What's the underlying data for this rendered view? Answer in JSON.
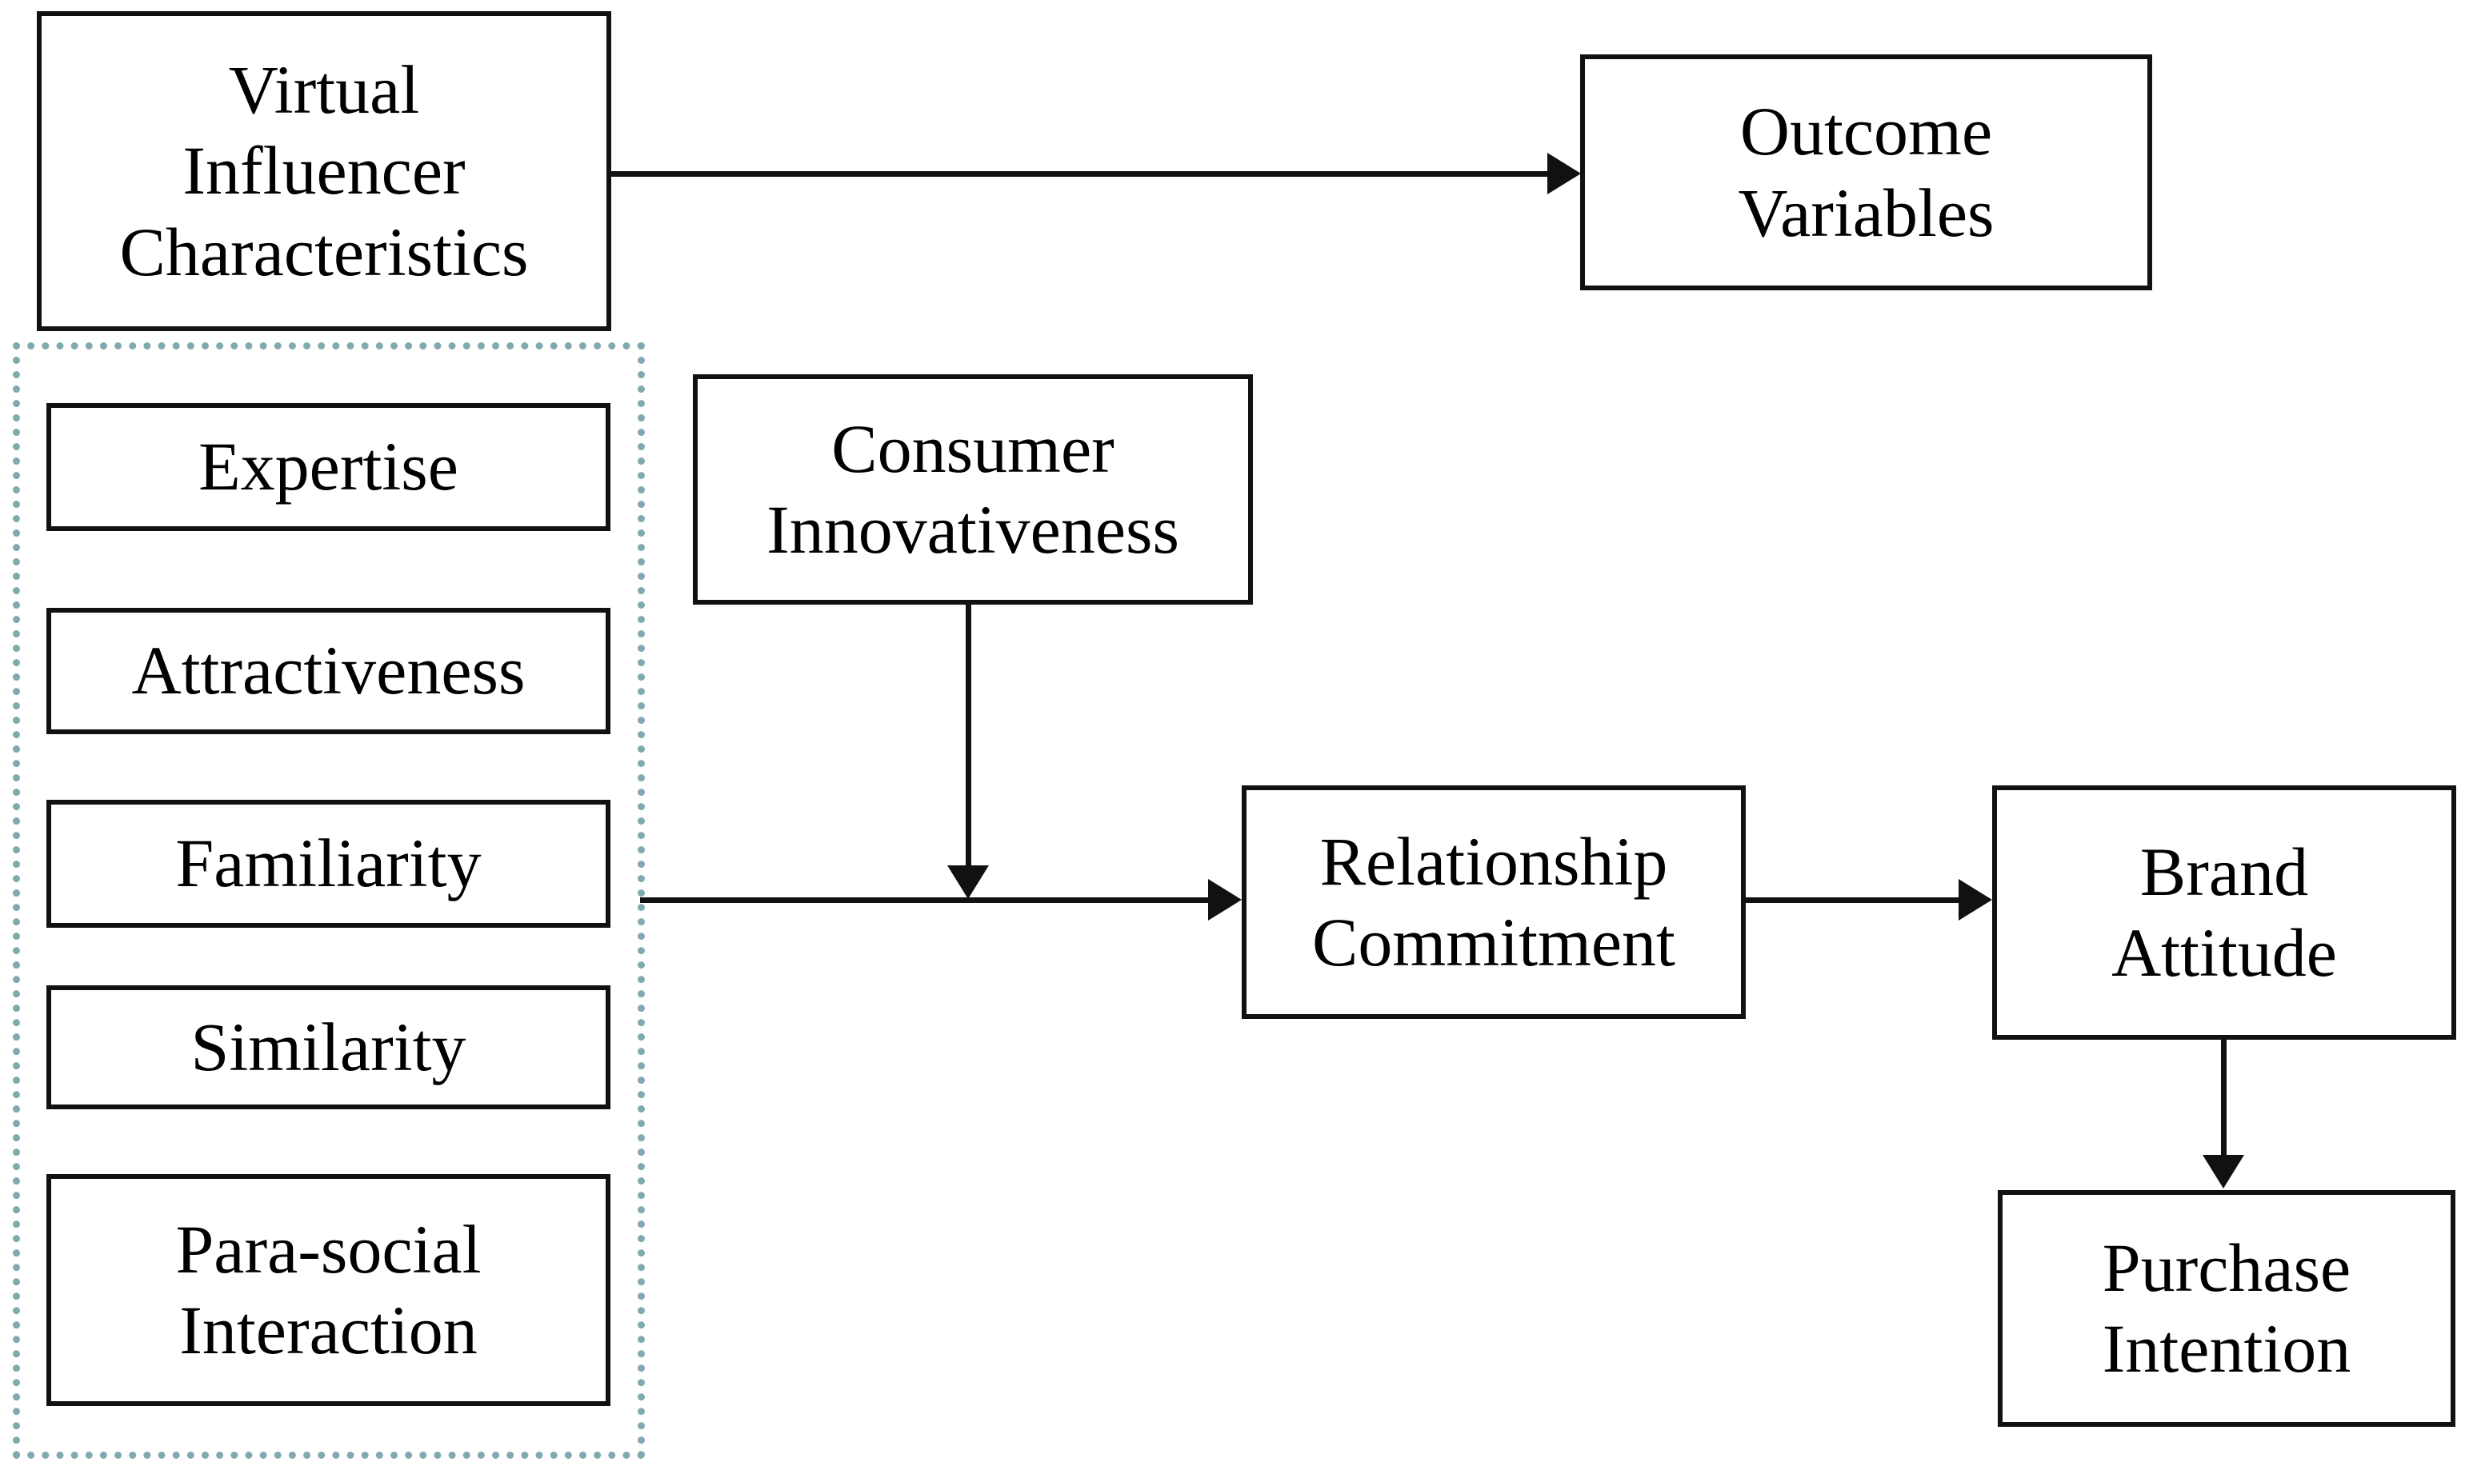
{
  "diagram": {
    "type": "conceptual-framework",
    "background_color": "#ffffff",
    "node_border_color": "#111111",
    "group_border_color": "#81aab0",
    "connector_color": "#111111",
    "nodes": {
      "virtual_influencer_characteristics": "Virtual\nInfluencer\nCharacteristics",
      "outcome_variables": "Outcome\nVariables",
      "consumer_innovativeness": "Consumer\nInnovativeness",
      "expertise": "Expertise",
      "attractiveness": "Attractiveness",
      "familiarity": "Familiarity",
      "similarity": "Similarity",
      "para_social_interaction": "Para-social\nInteraction",
      "relationship_commitment": "Relationship\nCommitment",
      "brand_attitude": "Brand\nAttitude",
      "purchase_intention": "Purchase\nIntention"
    },
    "group": {
      "name": "virtual-influencer-dimensions",
      "style": "dotted",
      "members": [
        "Expertise",
        "Attractiveness",
        "Familiarity",
        "Similarity",
        "Para-social Interaction"
      ]
    },
    "edges": [
      {
        "from": "Virtual Influencer Characteristics",
        "to": "Outcome Variables",
        "direction": "right",
        "arrowhead": true
      },
      {
        "from": "virtual-influencer-dimensions group",
        "to": "Relationship Commitment",
        "direction": "right",
        "arrowhead": true
      },
      {
        "from": "Consumer Innovativeness",
        "to": "dimensions-to-relationship-commitment path",
        "direction": "down",
        "arrowhead": true,
        "role": "moderator"
      },
      {
        "from": "Relationship Commitment",
        "to": "Brand Attitude",
        "direction": "right",
        "arrowhead": true
      },
      {
        "from": "Brand Attitude",
        "to": "Purchase Intention",
        "direction": "down",
        "arrowhead": true
      }
    ]
  }
}
